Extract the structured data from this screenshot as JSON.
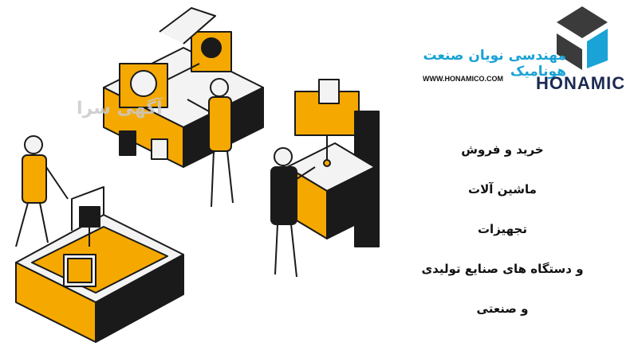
{
  "brand": {
    "name_fa": "مهندسی نویان صنعت هونامیک",
    "website": "WWW.HONAMICO.COM",
    "logo_text": "HONAMIC",
    "logo_colors": {
      "dark": "#3b3b3b",
      "blue": "#1aa3d6",
      "navy": "#1b2a52"
    }
  },
  "watermark": {
    "text": "آگهی سرا"
  },
  "services": {
    "items": [
      "خرید و فروش",
      "ماشین آلات",
      "تجهیزات",
      "و دستگاه های صنایع تولیدی",
      "و صنعتی"
    ]
  },
  "illustration": {
    "subject": "isometric industrial machinery with workers",
    "colors": {
      "accent": "#f5a800",
      "line": "#1a1a1a",
      "machine": "#f3f3f3"
    }
  }
}
